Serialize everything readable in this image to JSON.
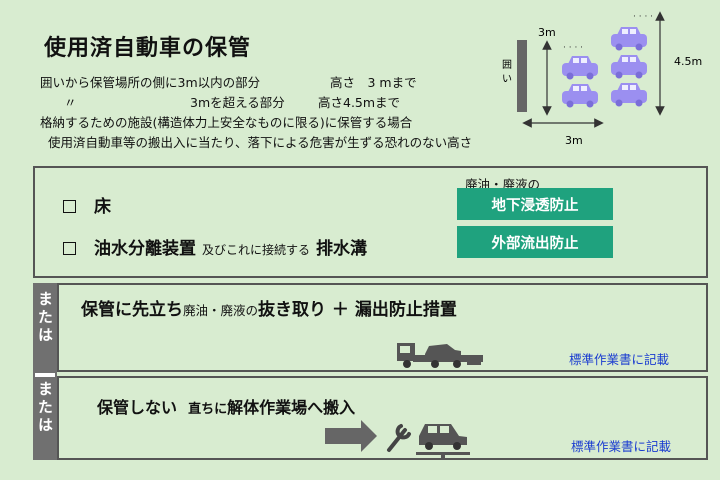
{
  "title": "使用済自動車の保管",
  "rules": {
    "line1_left": "囲いから保管場所の側に3m以内の部分",
    "line1_right": "高さ　3 mまで",
    "line2_ditto": "〃",
    "line2_mid": "3mを超える部分",
    "line2_right": "高さ4.5mまで",
    "line3": "格納するための施設(構造体力上安全なものに限る)に保管する場合",
    "line4": "使用済自動車等の搬出入に当たり、落下による危害が生ずる恐れのない高さ"
  },
  "diagram": {
    "fence_label": "囲い",
    "dim_3m_top": "3m",
    "dim_45m": "4.5m",
    "dim_3m_bottom": "3m"
  },
  "box1": {
    "item1": "床",
    "item2_main": "油水分離装置",
    "item2_small": "及びこれに接続する",
    "item2_end": "排水溝",
    "badge_heading": "廃油・廃液の",
    "badge1": "地下浸透防止",
    "badge2": "外部流出防止"
  },
  "or_label": "または",
  "box2": {
    "text_a": "保管に先立ち",
    "text_small": "廃油・廃液の",
    "text_b": "抜き取り ＋ 漏出防止措置",
    "note": "標準作業書に記載"
  },
  "box3": {
    "text_a": "保管しない",
    "text_small": "直ちに",
    "text_b": "解体作業場へ搬入",
    "note": "標準作業書に記載"
  },
  "colors": {
    "background": "#d8ecd0",
    "badge": "#1fa27e",
    "car": "#9b8ff0",
    "note": "#1a3cd0",
    "bar": "#707070"
  }
}
